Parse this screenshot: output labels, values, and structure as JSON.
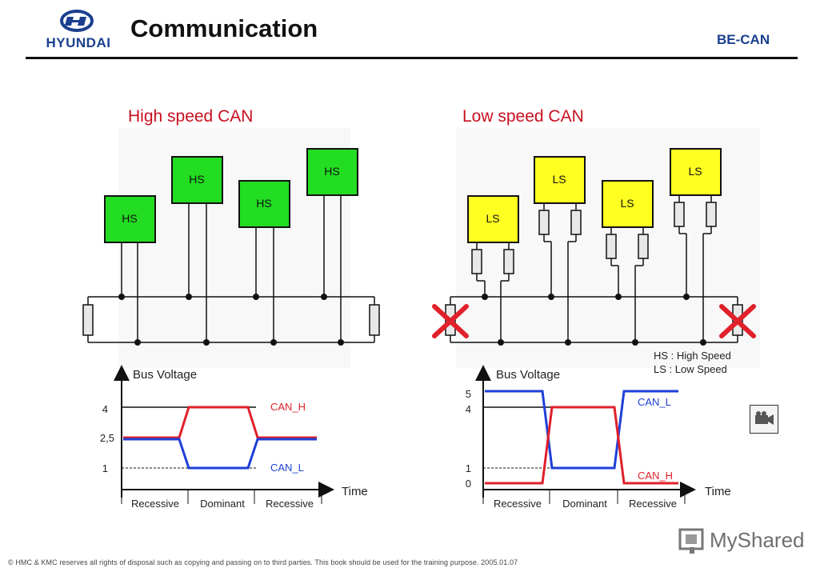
{
  "header": {
    "brand": "HYUNDAI",
    "title": "Communication",
    "tag": "BE-CAN"
  },
  "high_speed": {
    "title": "High speed CAN",
    "nodes": [
      "HS",
      "HS",
      "HS",
      "HS"
    ],
    "chart": {
      "ylabel": "Bus Voltage",
      "xlabel": "Time",
      "yticks": [
        "4",
        "2,5",
        "1"
      ],
      "phases": [
        "Recessive",
        "Dominant",
        "Recessive"
      ],
      "series": [
        "CAN_H",
        "CAN_L"
      ]
    }
  },
  "low_speed": {
    "title": "Low speed CAN",
    "nodes": [
      "LS",
      "LS",
      "LS",
      "LS"
    ],
    "chart": {
      "ylabel": "Bus Voltage",
      "xlabel": "Time",
      "yticks": [
        "5",
        "4",
        "1",
        "0"
      ],
      "phases": [
        "Recessive",
        "Dominant",
        "Recessive"
      ],
      "series": [
        "CAN_L",
        "CAN_H"
      ]
    }
  },
  "legend": {
    "hs": "HS : High Speed",
    "ls": "LS : Low Speed"
  },
  "footer": {
    "text": "© HMC & KMC reserves all rights of disposal such as copying and passing on to third parties. This book should be used for the training purpose. 2005.01.07"
  },
  "watermark": {
    "text": "MyShared"
  },
  "colors": {
    "hs_node": "#22dd22",
    "ls_node": "#ffff22",
    "can_h": "#e0202a",
    "can_l": "#1e3fd8",
    "accent": "#c8101f"
  }
}
